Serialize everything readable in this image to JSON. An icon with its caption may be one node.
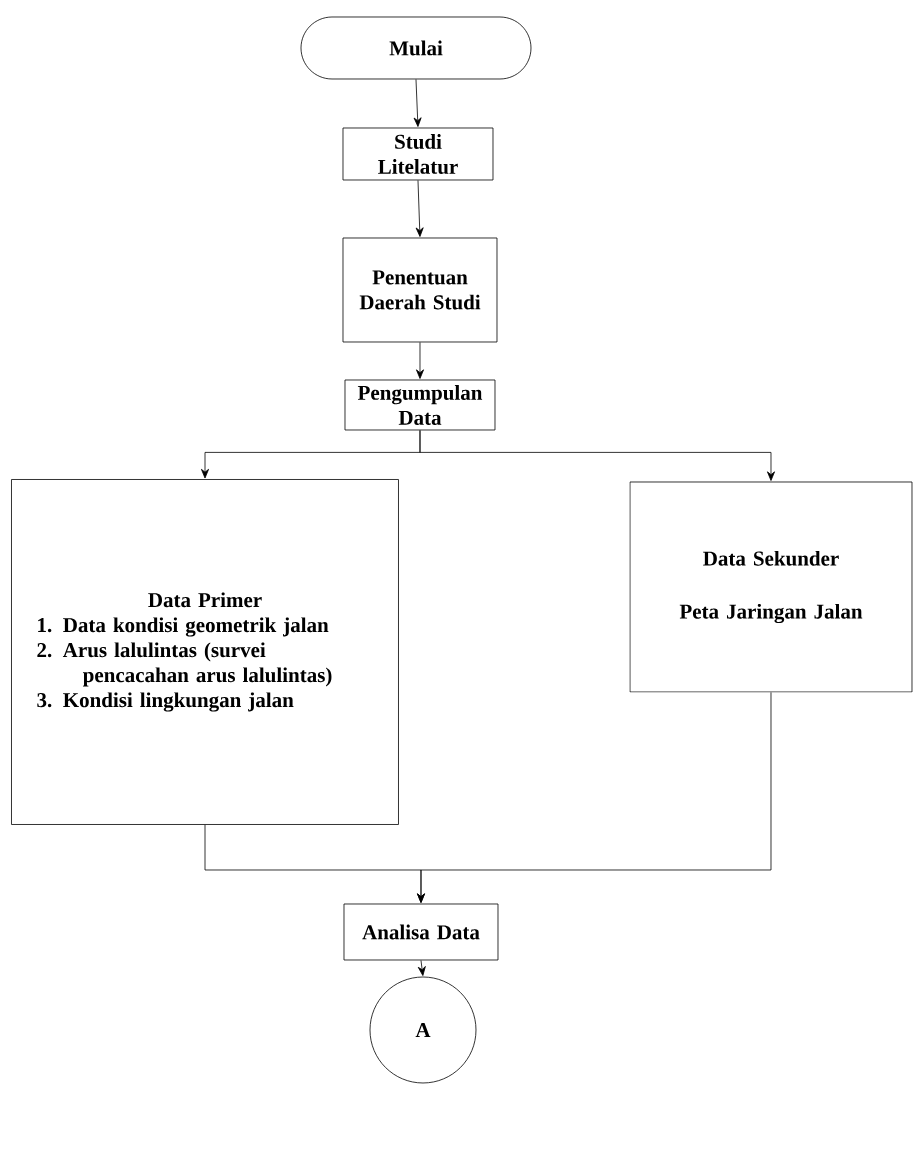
{
  "diagram": {
    "nodes": [
      {
        "text": [
          "Mulai"
        ]
      },
      {
        "text": [
          "Studi Litelatur"
        ]
      },
      {
        "text": [
          "Penentuan Daerah Studi"
        ]
      },
      {
        "text": [
          "Pengumpulan Data"
        ]
      },
      {
        "text": [
          "Data Primer",
          "1. Data kondisi geometrik jalan",
          "2. Arus lalulintas (survei pencacahan arus lalulintas)",
          "3. Kondisi lingkungan jalan"
        ]
      },
      {
        "text": [
          "Data Sekunder",
          "Peta Jaringan Jalan"
        ]
      },
      {
        "text": [
          "Analisa Data"
        ]
      },
      {
        "text": [
          "A"
        ]
      }
    ],
    "edges": [
      {
        "from": 0,
        "to": 1,
        "arrow": "to"
      },
      {
        "from": 1,
        "to": 2,
        "arrow": "to"
      },
      {
        "from": 2,
        "to": 3,
        "arrow": "to"
      },
      {
        "from": 3,
        "to": 4,
        "arrow": "to"
      },
      {
        "from": 3,
        "to": 5,
        "arrow": "to"
      },
      {
        "from": 4,
        "to": 6,
        "arrow": "to"
      },
      {
        "from": 5,
        "to": 6,
        "arrow": "to"
      },
      {
        "from": 6,
        "to": 7,
        "arrow": "to"
      }
    ]
  }
}
